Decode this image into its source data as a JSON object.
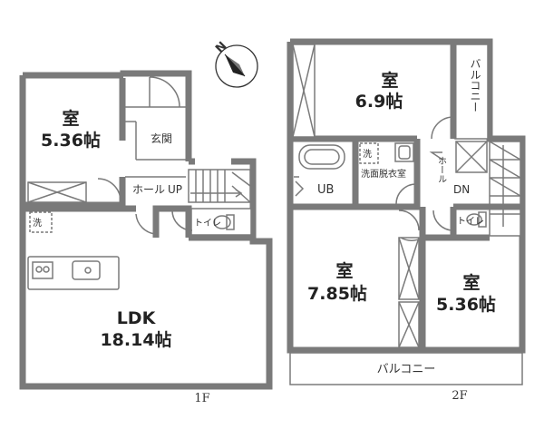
{
  "floor1": {
    "label": "1F",
    "room_west": {
      "name": "室",
      "size": "5.36帖"
    },
    "entrance": "玄関",
    "hall": "ホール",
    "up": "UP",
    "toilet": "トイレ",
    "ldk": {
      "name": "LDK",
      "size": "18.14帖"
    },
    "washer_mark": "洗"
  },
  "floor2": {
    "label": "2F",
    "room_north": {
      "name": "室",
      "size": "6.9帖"
    },
    "room_sw": {
      "name": "室",
      "size": "7.85帖"
    },
    "room_se": {
      "name": "室",
      "size": "5.36帖"
    },
    "balcony_east": "バルコニー",
    "balcony_south": "バルコニー",
    "bath": "UB",
    "washroom": "洗面脱衣室",
    "washer_mark": "洗",
    "hall": "ホール",
    "down": "DN",
    "toilet": "トイレ"
  },
  "compass": {
    "letter": "N"
  }
}
